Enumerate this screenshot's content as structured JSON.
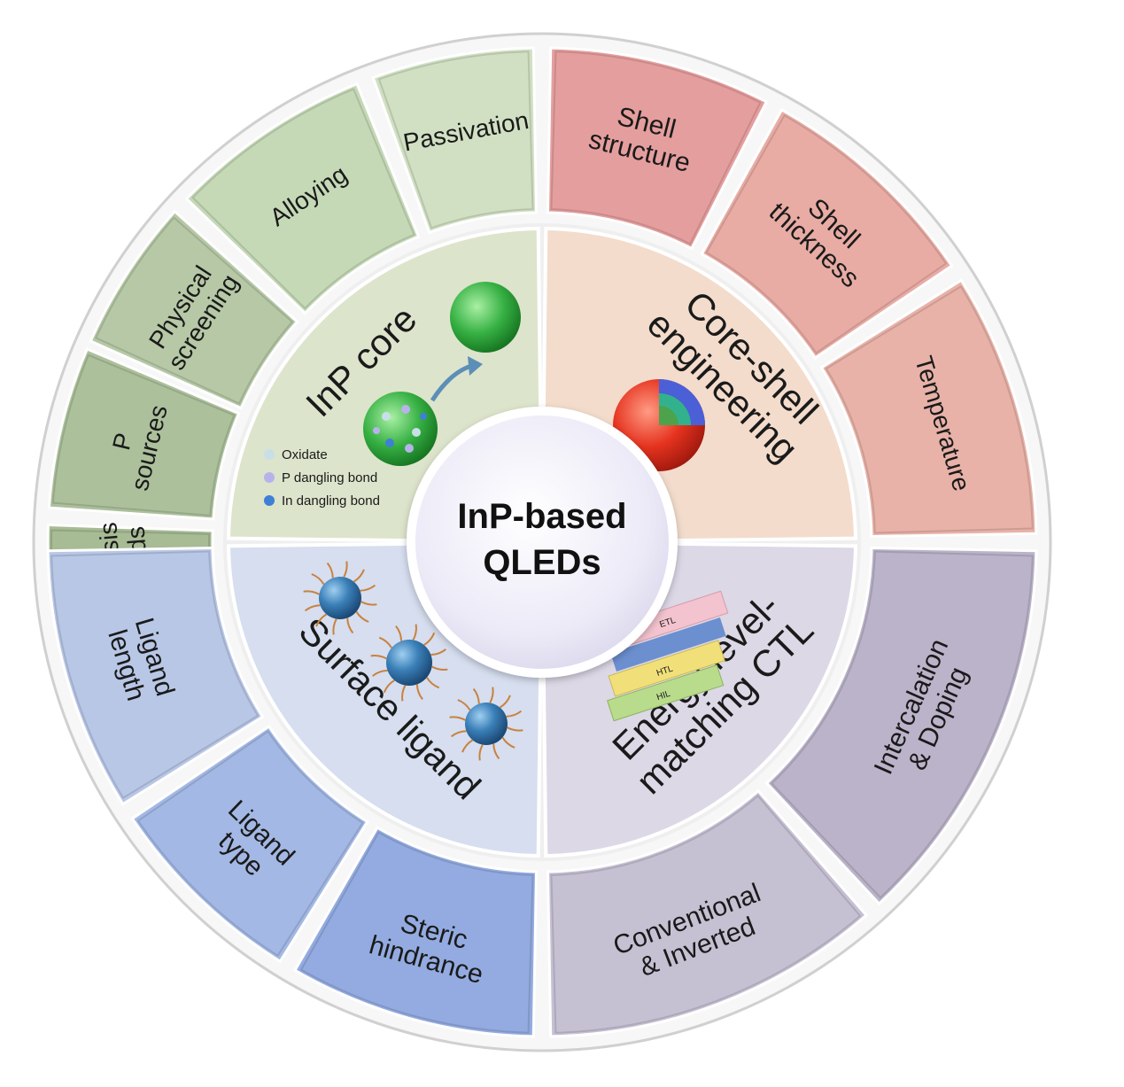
{
  "center": {
    "line1": "InP-based",
    "line2": "QLEDs"
  },
  "quadrants": [
    {
      "id": "inp-core",
      "lines": [
        "InP core"
      ],
      "color": "#dde4cc",
      "legend": [
        {
          "label": "Oxidate",
          "color": "#c9dfe8"
        },
        {
          "label": "P dangling bond",
          "color": "#b7b3ea"
        },
        {
          "label": "In dangling bond",
          "color": "#3f7fd6"
        }
      ]
    },
    {
      "id": "core-shell",
      "lines": [
        "Core-shell",
        "engineering"
      ],
      "color": "#f3dccc"
    },
    {
      "id": "energy-ctl",
      "lines": [
        "Energy level-",
        "matching CTL"
      ],
      "color": "#dcd8e6",
      "ctl_labels": [
        "ETL",
        "HTL",
        "HIL"
      ]
    },
    {
      "id": "surface-ligand",
      "lines": [
        "Surface ligand"
      ],
      "color": "#d6deef"
    }
  ],
  "outer_segments": [
    {
      "id": "synthesis-methods",
      "lines": [
        "Synthesis",
        "methods"
      ],
      "color": "#a7bb94"
    },
    {
      "id": "p-sources",
      "lines": [
        "P",
        "sources"
      ],
      "color": "#abc09b"
    },
    {
      "id": "physical-screening",
      "lines": [
        "Physical",
        "screening"
      ],
      "color": "#b6c8a6"
    },
    {
      "id": "alloying",
      "lines": [
        "Alloying"
      ],
      "color": "#c5d9b7"
    },
    {
      "id": "passivation",
      "lines": [
        "Passivation"
      ],
      "color": "#d1e0c3"
    },
    {
      "id": "shell-structure",
      "lines": [
        "Shell",
        "structure"
      ],
      "color": "#e59e9e"
    },
    {
      "id": "shell-thickness",
      "lines": [
        "Shell",
        "thickness"
      ],
      "color": "#e8aca4"
    },
    {
      "id": "temperature",
      "lines": [
        "Temperature"
      ],
      "color": "#e8b2a8"
    },
    {
      "id": "intercalation-doping",
      "lines": [
        "Intercalation",
        "& Doping"
      ],
      "color": "#bbb3c9"
    },
    {
      "id": "conventional-inverted",
      "lines": [
        "Conventional",
        "& Inverted"
      ],
      "color": "#c6c0d3"
    },
    {
      "id": "steric-hindrance",
      "lines": [
        "Steric",
        "hindrance"
      ],
      "color": "#93abe0"
    },
    {
      "id": "ligand-type",
      "lines": [
        "Ligand",
        "type"
      ],
      "color": "#a3b8e4"
    },
    {
      "id": "ligand-length",
      "lines": [
        "Ligand",
        "length"
      ],
      "color": "#b8c7e6"
    }
  ]
}
